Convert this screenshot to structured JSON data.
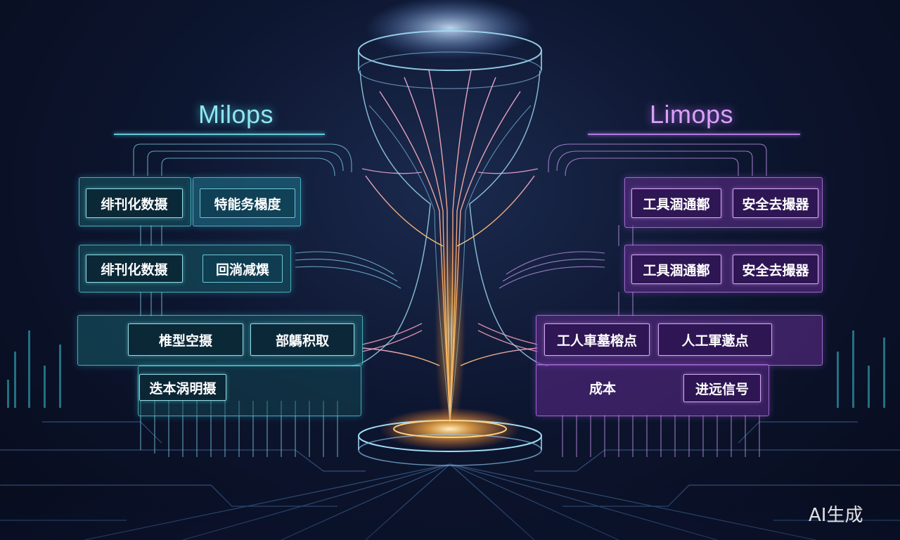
{
  "left": {
    "title": "Milops",
    "chips": [
      "绯刊化数摄",
      "特能务榻度",
      "绯刊化数摄",
      "回淌减熼",
      "椎型空摄",
      "部鷌积取",
      "迭本涡明摄"
    ]
  },
  "right": {
    "title": "Limops",
    "chips": [
      "工具涸通鄯",
      "安全去撮器",
      "工具涸通鄯",
      "安全去撮器",
      "工人車墓榕点",
      "人工軍藗点",
      "成本",
      "进远信号"
    ]
  },
  "watermark": "AI生成",
  "colors": {
    "teal_accent": "#5fcad8",
    "purple_accent": "#b07ae0",
    "glow_orange": "#ffb347",
    "background": "#0d1630"
  }
}
